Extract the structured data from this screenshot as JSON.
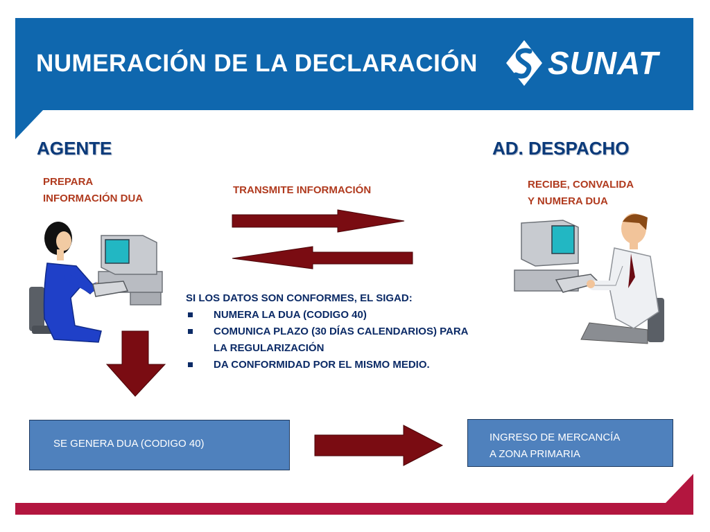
{
  "header": {
    "title": "NUMERACIÓN DE LA DECLARACIÓN",
    "logo_text": "SUNAT"
  },
  "agent": {
    "title": "AGENTE",
    "caption_line1": "PREPARA",
    "caption_line2": "INFORMACIÓN DUA"
  },
  "dispatch": {
    "title": "AD. DESPACHO",
    "caption_line1": "RECIBE, CONVALIDA",
    "caption_line2": "Y NUMERA DUA"
  },
  "transmit_label": "TRANSMITE INFORMACIÓN",
  "conditions": {
    "heading": "SI LOS DATOS SON CONFORMES,  EL SIGAD:",
    "bullets": [
      "NUMERA  LA DUA (CODIGO 40)",
      "COMUNICA PLAZO (30 DÍAS CALENDARIOS) PARA\nLA  REGULARIZACIÓN",
      "DA CONFORMIDAD POR EL MISMO MEDIO."
    ]
  },
  "box_dua": {
    "text": "SE GENERA DUA (CODIGO 40)"
  },
  "box_zone": {
    "line1": "INGRESO DE MERCANCÍA",
    "line2": "A ZONA PRIMARIA"
  },
  "colors": {
    "header_blue": "#0f67ae",
    "arrow_maroon": "#7a0c12",
    "box_blue": "#4f81bd",
    "footer_red": "#b3163f",
    "title_navy": "#0b3a7a",
    "caption_red": "#b03a1e"
  }
}
